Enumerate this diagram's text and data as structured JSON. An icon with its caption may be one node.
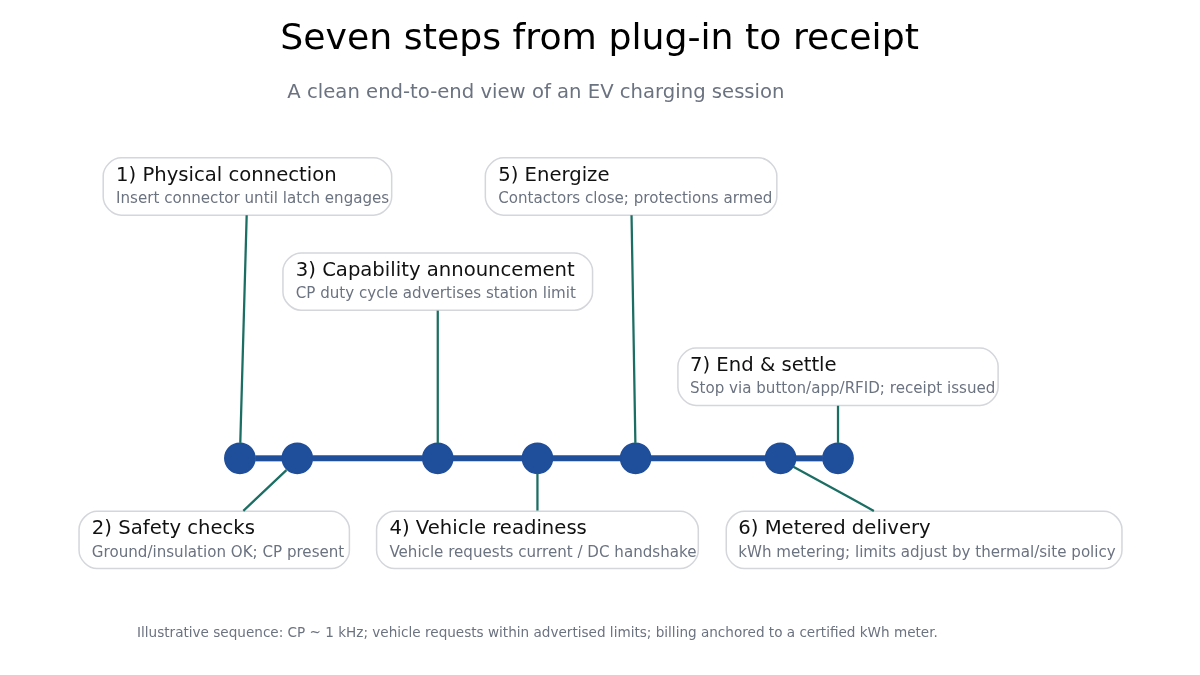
{
  "diagram": {
    "title": "Seven steps from plug-in to receipt",
    "caption": "Illustrative sequence: CP ~ 1 kHz; vehicle requests within advertised limits; billing anchored to a certified kWh meter.",
    "nodes": [
      {
        "text": [
          "1) Physical connection",
          "Insert connector until latch engages"
        ]
      },
      {
        "text": [
          "2) Safety checks",
          "Ground/insulation OK; CP present"
        ]
      },
      {
        "text": [
          "3) Capability announcement",
          "CP duty cycle advertises station limit"
        ]
      },
      {
        "text": [
          "4) Vehicle readiness",
          "Vehicle requests current / DC handshake"
        ]
      },
      {
        "text": [
          "5) Energize",
          "Contactors close; protections armed"
        ]
      },
      {
        "text": [
          "6) Metered delivery",
          "kWh metering; limits adjust by thermal/site policy"
        ]
      },
      {
        "text": [
          "7) End & settle",
          "Stop via button/app/RFID; receipt issued"
        ]
      },
      {
        "text": [],
        "shape": "circle"
      },
      {
        "text": [],
        "shape": "circle"
      },
      {
        "text": [],
        "shape": "circle"
      },
      {
        "text": [],
        "shape": "circle"
      },
      {
        "text": [],
        "shape": "circle"
      },
      {
        "text": [],
        "shape": "circle"
      },
      {
        "text": [],
        "shape": "circle"
      }
    ],
    "edges": [
      {
        "from": 7,
        "to": 8,
        "arrow": "none",
        "style": "thick",
        "color": "#1f4e9a"
      },
      {
        "from": 8,
        "to": 9,
        "arrow": "none",
        "style": "thick",
        "color": "#1f4e9a"
      },
      {
        "from": 9,
        "to": 10,
        "arrow": "none",
        "style": "thick",
        "color": "#1f4e9a"
      },
      {
        "from": 10,
        "to": 11,
        "arrow": "none",
        "style": "thick",
        "color": "#1f4e9a"
      },
      {
        "from": 11,
        "to": 12,
        "arrow": "none",
        "style": "thick",
        "color": "#1f4e9a"
      },
      {
        "from": 12,
        "to": 13,
        "arrow": "none",
        "style": "thick",
        "color": "#1f4e9a"
      },
      {
        "from": 0,
        "to": 7,
        "arrow": "none"
      },
      {
        "from": 1,
        "to": 8,
        "arrow": "none"
      },
      {
        "from": 2,
        "to": 9,
        "arrow": "none"
      },
      {
        "from": 3,
        "to": 10,
        "arrow": "none"
      },
      {
        "from": 4,
        "to": 11,
        "arrow": "none"
      },
      {
        "from": 5,
        "to": 12,
        "arrow": "none"
      },
      {
        "from": 6,
        "to": 13,
        "arrow": "none"
      }
    ],
    "labels": [
      "A clean end-to-end view of an EV charging session"
    ]
  }
}
